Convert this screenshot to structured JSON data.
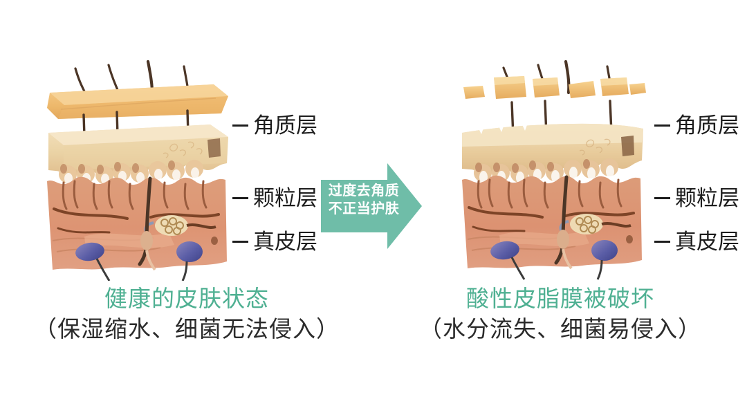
{
  "colors": {
    "background": "#ffffff",
    "arrow_fill": "#6fbda8",
    "arrow_text": "#ffffff",
    "caption_title_green": "#4fb092",
    "caption_sub_dark": "#2b2b2b",
    "label_text": "#1d1d1d",
    "stratum_corneum": "#f0c077",
    "epidermis": "#efd6ac",
    "dermis": "#dc9a76",
    "hair_dark": "#4b3526",
    "corpuscle_blue": "#5b5ea8"
  },
  "layer_labels": [
    "角质层",
    "颗粒层",
    "真皮层"
  ],
  "panels": [
    {
      "id": "healthy",
      "figure_name": "healthy-skin-cross-section",
      "intact_surface": true,
      "caption_title": "健康的皮肤状态",
      "caption_sub": "（保湿缩水、细菌无法侵入）",
      "labels": [
        "角质层",
        "颗粒层",
        "真皮层"
      ]
    },
    {
      "id": "damaged",
      "figure_name": "damaged-skin-cross-section",
      "intact_surface": false,
      "caption_title": "酸性皮脂膜被破坏",
      "caption_sub": "（水分流失、细菌易侵入）",
      "labels": [
        "角质层",
        "颗粒层",
        "真皮层"
      ]
    }
  ],
  "arrow": {
    "name": "transition-arrow",
    "line1": "过度去角质",
    "line2": "不正当护肤",
    "direction": "right"
  }
}
